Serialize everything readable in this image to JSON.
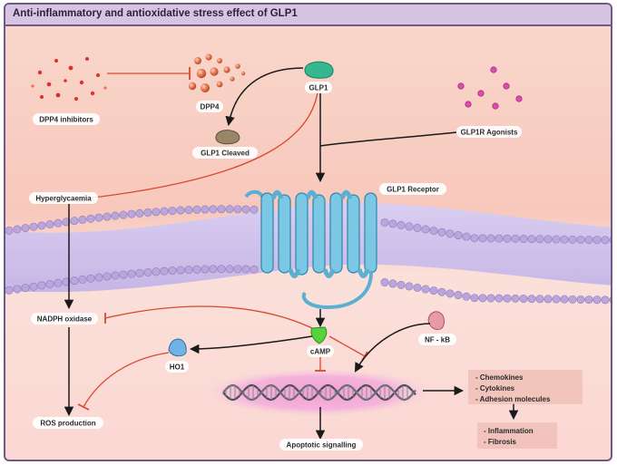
{
  "title": "Anti-inflammatory and antioxidative stress effect of GLP1",
  "labels": {
    "dpp4_inhibitors": "DPP4 inhibitors",
    "dpp4": "DPP4",
    "glp1": "GLP1",
    "glp1_cleaved": "GLP1 Cleaved",
    "glp1r_agonists": "GLP1R Agonists",
    "hyperglycaemia": "Hyperglycaemia",
    "glp1_receptor": "GLP1 Receptor",
    "nadph_oxidase": "NADPH oxidase",
    "camp": "cAMP",
    "nfkb": "NF - kB",
    "ho1": "HO1",
    "ros_production": "ROS production",
    "apoptotic_signalling": "Apoptotic signalling"
  },
  "outputs": {
    "first": [
      "- Chemokines",
      "- Cytokines",
      "- Adhesion molecules"
    ],
    "second": [
      "- Inflammation",
      "- Fibrosis"
    ]
  },
  "colors": {
    "inhibit": "#d9482f",
    "activate": "#1a1a1a",
    "membrane_head": "#b9a6dc",
    "receptor": "#73c2df",
    "glp1": "#35b790",
    "camp": "#56d33c",
    "ho1": "#6fb3e6",
    "nfkb": "#e79aa8",
    "dna_zone": "#f1a6d8",
    "glp1_cleaved": "#978766",
    "dpp4_red": "#d94023",
    "agonist_pink": "#e04bb0"
  }
}
